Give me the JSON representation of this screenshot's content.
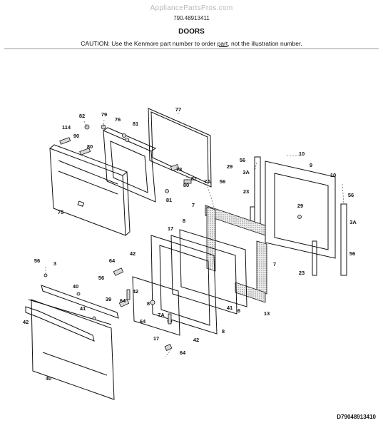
{
  "header": {
    "site": "AppliancePartsPros.com",
    "model": "790.48913411",
    "title": "DOORS",
    "caution_prefix": "CAUTION: Use the Kenmore part number to order ",
    "caution_part": "part",
    "caution_suffix": ", not the illustration number."
  },
  "diagram": {
    "id": "D79048913410",
    "callouts": [
      "82",
      "79",
      "76",
      "77",
      "114",
      "90",
      "80",
      "81",
      "75",
      "78",
      "82",
      "80",
      "81",
      "10",
      "56",
      "29",
      "3A",
      "9",
      "7A",
      "56",
      "23",
      "10",
      "56",
      "29",
      "7",
      "8",
      "3A",
      "17",
      "56",
      "7",
      "23",
      "3",
      "56",
      "40",
      "42",
      "64",
      "56",
      "41",
      "42",
      "64",
      "39",
      "42",
      "64",
      "8",
      "41",
      "17",
      "7A",
      "6",
      "13",
      "8",
      "40",
      "42",
      "64"
    ]
  }
}
